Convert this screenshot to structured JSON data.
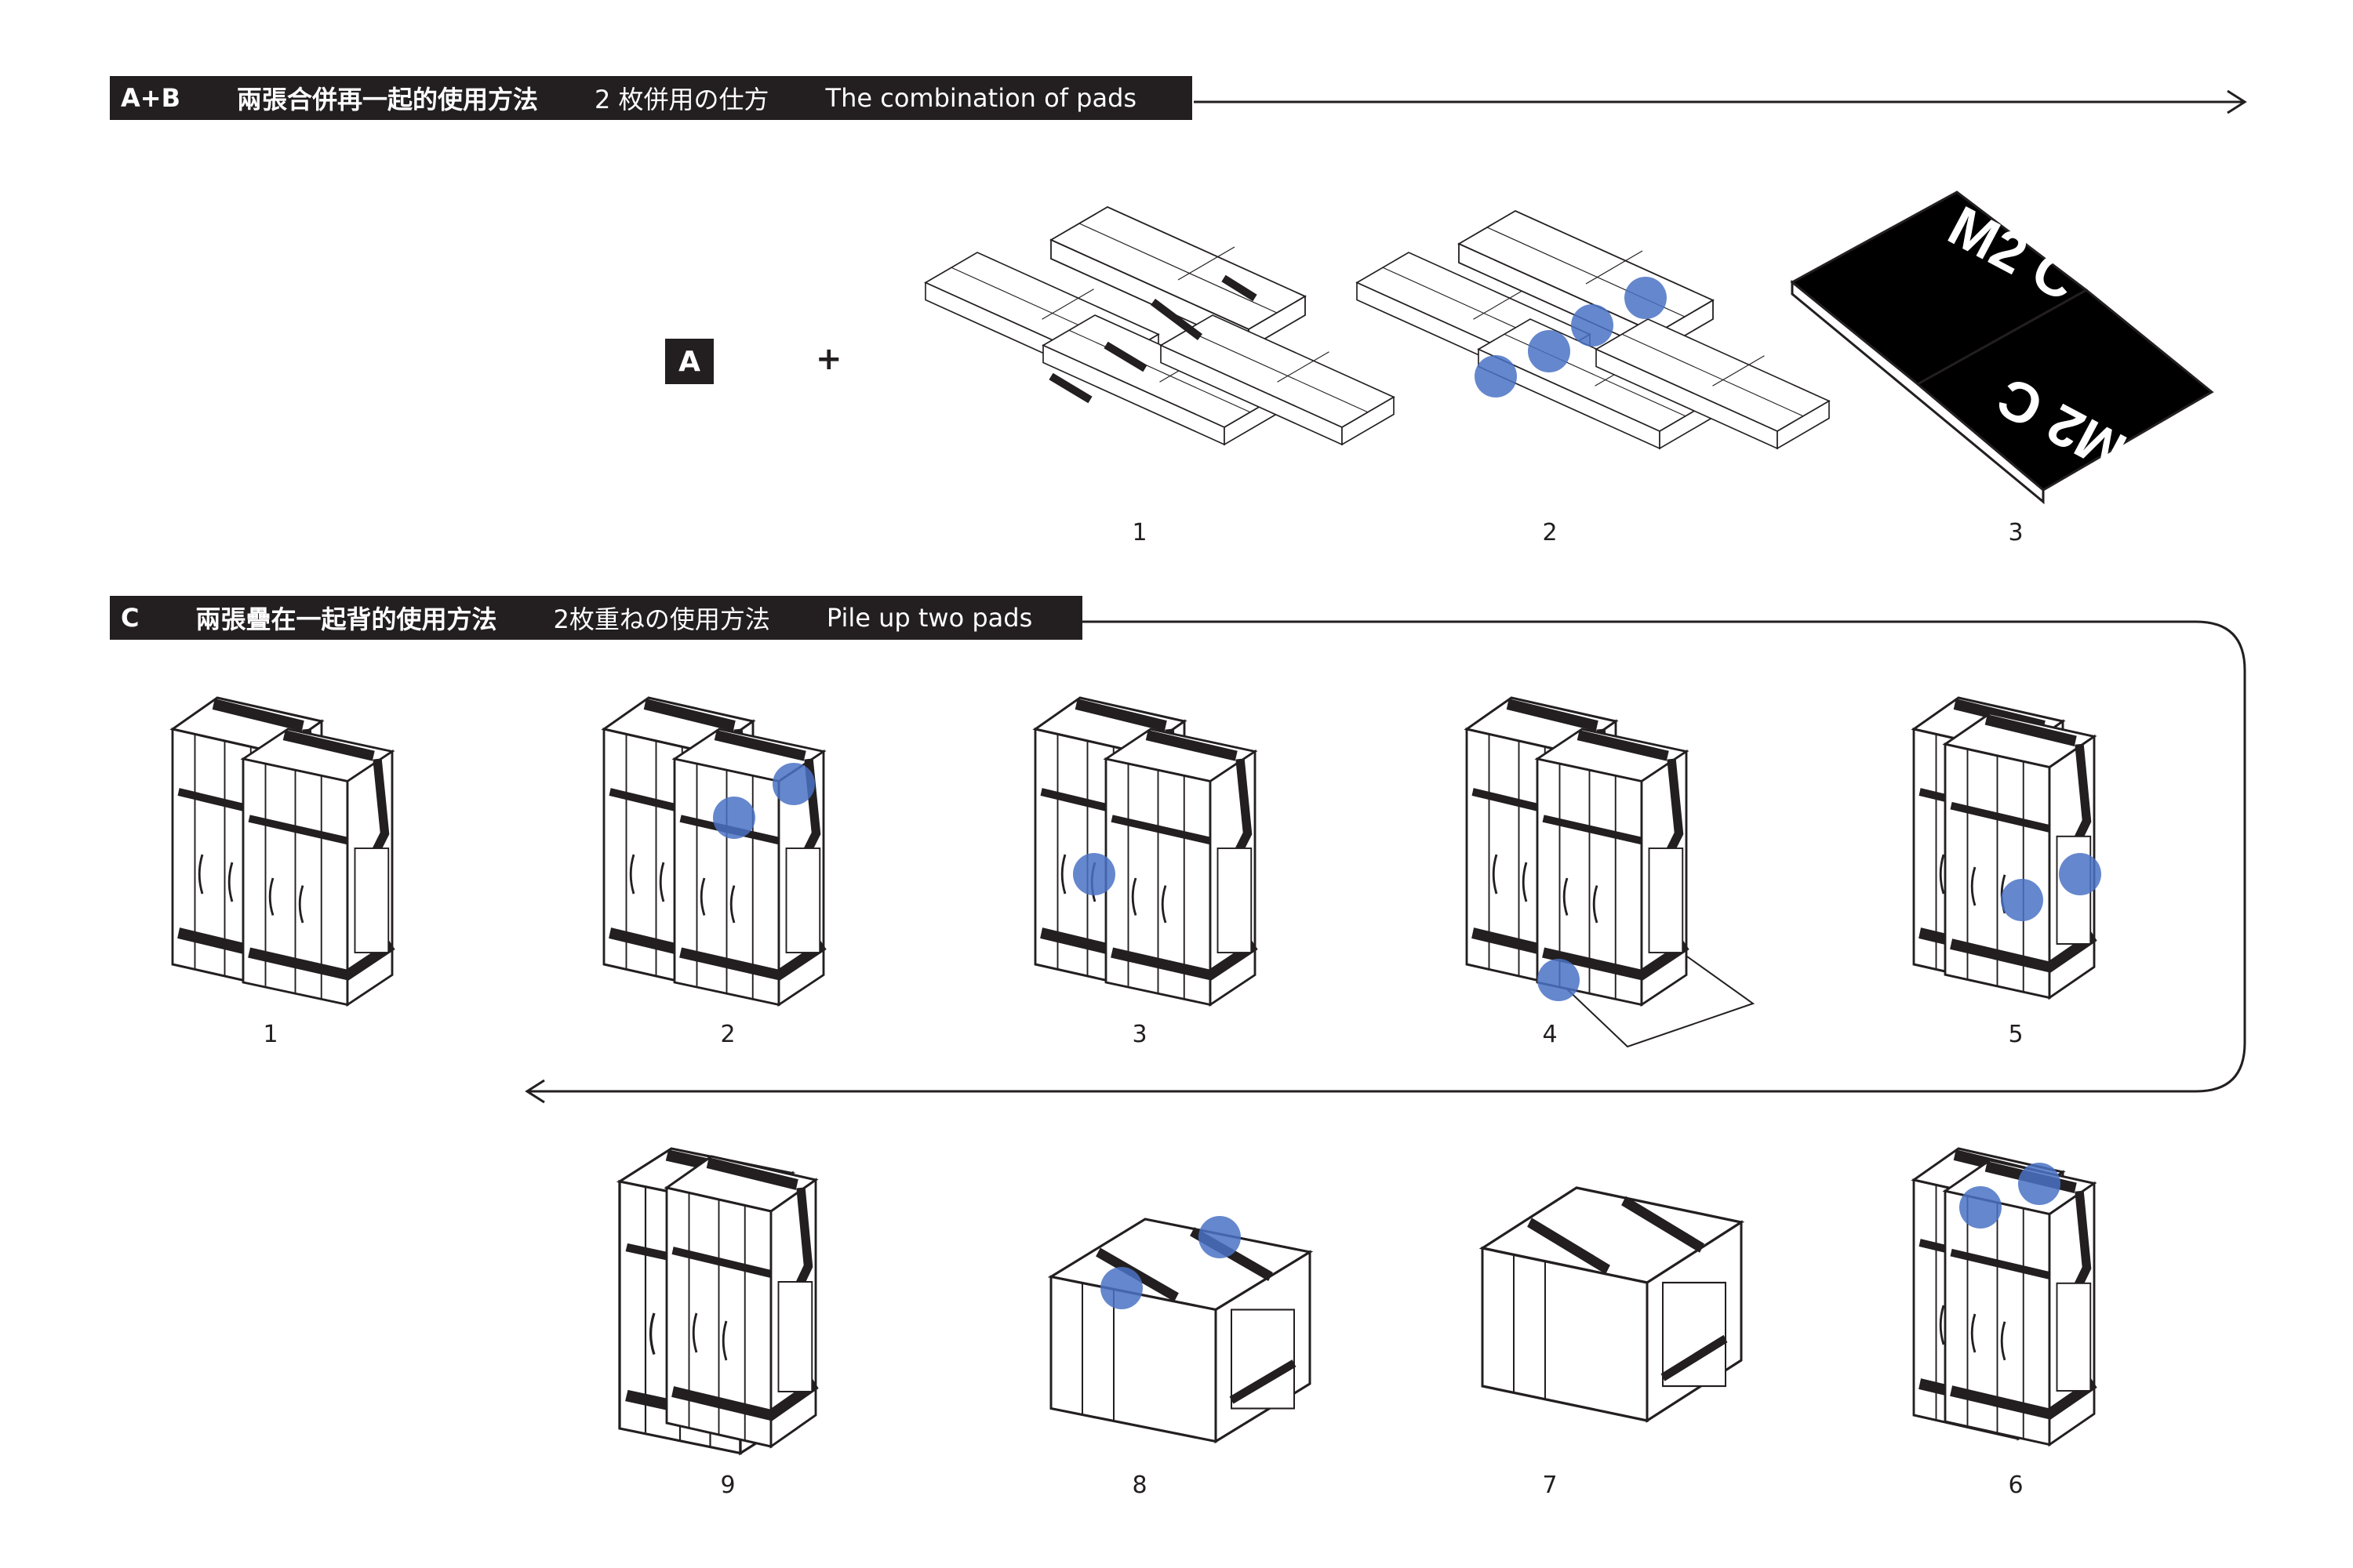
{
  "section_ab": {
    "code": "A+B",
    "zh": "兩張合併再一起的使用方法",
    "ja": "2 枚併用の仕方",
    "en": "The combination of pads",
    "badge": "A",
    "plus": "+",
    "steps": [
      "1",
      "2",
      "3"
    ],
    "pad_logo": "M2 C"
  },
  "section_c": {
    "code": "C",
    "zh": "兩張疊在一起背的使用方法",
    "ja": "2枚重ねの使用方法",
    "en": "Pile up two pads",
    "steps_row1": [
      "1",
      "2",
      "3",
      "4",
      "5"
    ],
    "steps_row2": [
      "9",
      "8",
      "7",
      "6"
    ]
  },
  "colors": {
    "bar": "#231f20",
    "highlight": "#4a72c4",
    "line": "#231f20"
  }
}
